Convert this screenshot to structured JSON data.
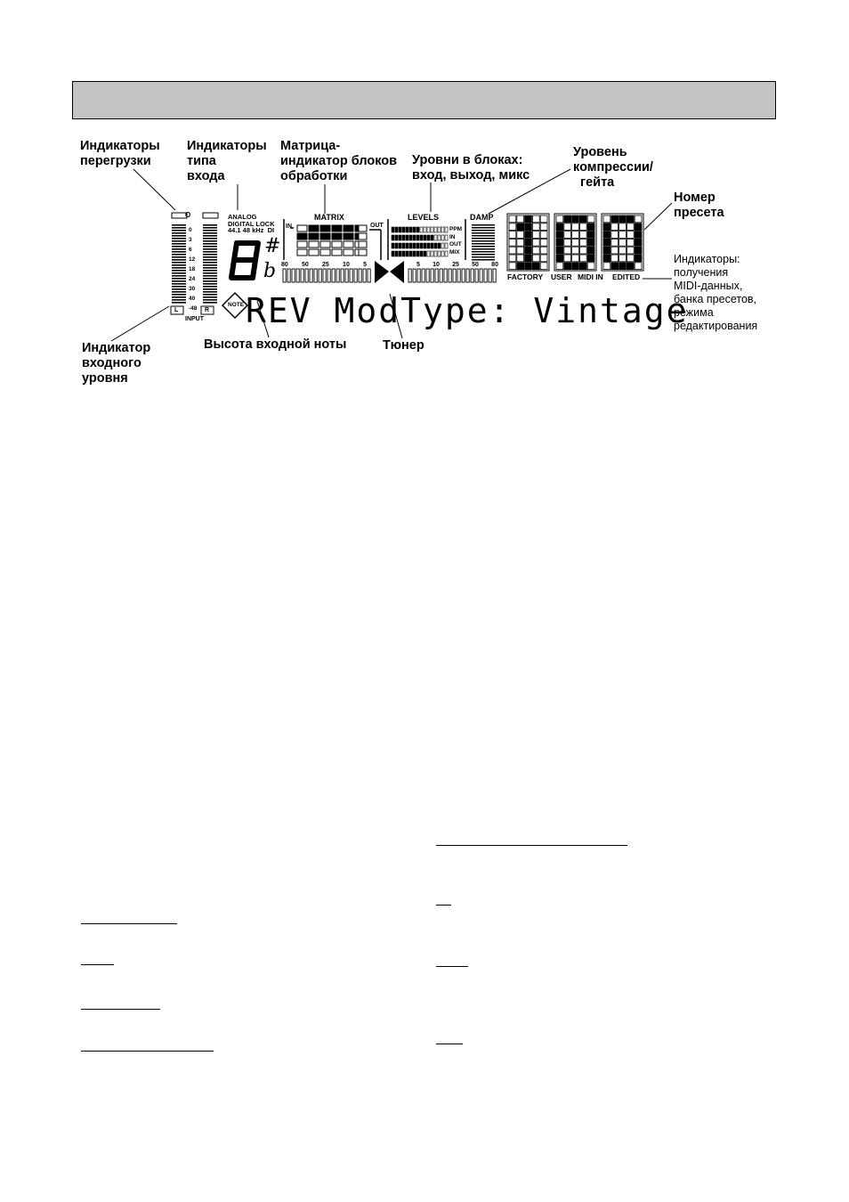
{
  "header": {
    "title": ""
  },
  "callouts": {
    "overload": "Индикаторы\nперегрузки",
    "input_type": "Индикаторы\nтипа\nвхода",
    "matrix": "Матрица-\nиндикатор блоков\nобработки",
    "levels": "Уровни в блоках:\nвход, выход, микс",
    "compression": "Уровень\nкомпрессии/\n  гейта",
    "preset_number": "Номер\nпресета",
    "indicators": "Индикаторы:\nполучения\nMIDI-данных,\nбанка пресетов,\nрежима\nредактирования",
    "input_level": "Индикатор\nвходного\nуровня",
    "note_pitch": "Высота входной ноты",
    "tuner": "Тюнер"
  },
  "lcd": {
    "clip_label": "O",
    "input_type_labels": "ANALOG\nDIGITAL LOCK\n44.1 48 kHz  DI",
    "meter_scale": [
      "0",
      "3",
      "6",
      "12",
      "18",
      "24",
      "30",
      "40",
      "-48"
    ],
    "meter_channels": [
      "L",
      "R"
    ],
    "input_label": "INPUT",
    "matrix_label": "MATRIX",
    "matrix_in": "IN",
    "matrix_out": "OUT",
    "levels_label": "LEVELS",
    "levels_rows": [
      "PPM",
      "IN",
      "OUT",
      "MIX"
    ],
    "damp_label": "DAMP",
    "tuner_scale_left": [
      "80",
      "50",
      "25",
      "10",
      "5"
    ],
    "tuner_scale_right": [
      "5",
      "10",
      "25",
      "50",
      "80"
    ],
    "note_letter": "8",
    "sharp_symbol": "#",
    "flat_symbol": "b",
    "note_badge": "NOTE",
    "display_text": "REV ModType: Vintage",
    "preset_digits": "100",
    "status_labels": [
      "FACTORY",
      "USER",
      "MIDI IN",
      "EDITED"
    ]
  }
}
